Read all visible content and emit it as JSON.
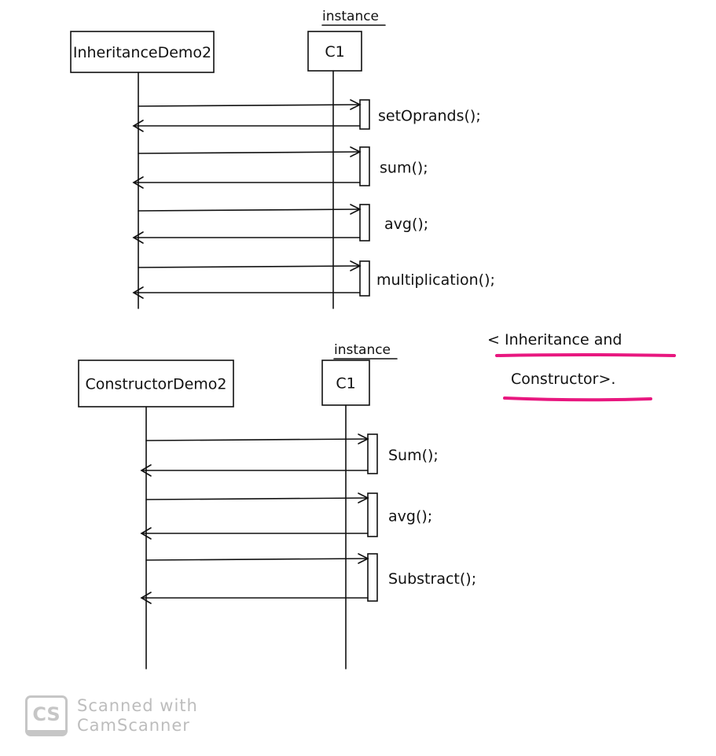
{
  "diagrams": [
    {
      "caller": "InheritanceDemo2",
      "callee": "C1",
      "callee_stereotype": "instance",
      "messages": [
        "setOprands();",
        "sum();",
        "avg();",
        "multiplication();"
      ]
    },
    {
      "caller": "ConstructorDemo2",
      "callee": "C1",
      "callee_stereotype": "instance",
      "messages": [
        "Sum();",
        "avg();",
        "Substract();"
      ]
    }
  ],
  "note": {
    "line1": "< Inheritance and",
    "line2": "Constructor>.",
    "underline_color": "#e8177f"
  },
  "watermark": {
    "logo": "CS",
    "line1": "Scanned with",
    "line2": "CamScanner"
  }
}
